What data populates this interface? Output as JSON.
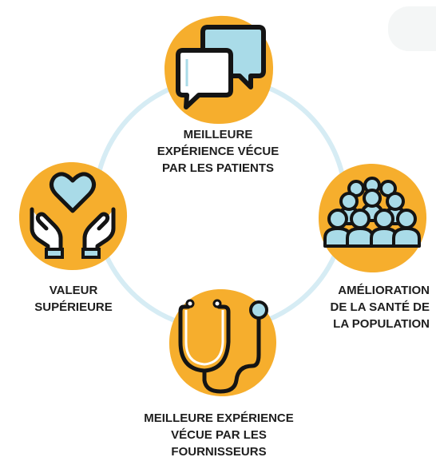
{
  "colors": {
    "blob": "#f6ae2d",
    "ring": "#d6ecf4",
    "icon_fill": "#a9dbe8",
    "outline": "#141414",
    "text": "#1e1e1e"
  },
  "nodes": [
    {
      "id": "patients",
      "icon": "chat-bubbles-icon",
      "label_lines": [
        "MEILLEURE",
        "EXPÉRIENCE VÉCUE",
        "PAR LES PATIENTS"
      ]
    },
    {
      "id": "population",
      "icon": "crowd-icon",
      "label_lines": [
        "AMÉLIORATION",
        "DE LA SANTÉ DE",
        "LA POPULATION"
      ]
    },
    {
      "id": "providers",
      "icon": "stethoscope-icon",
      "label_lines": [
        "MEILLEURE EXPÉRIENCE",
        "VÉCUE PAR LES",
        "FOURNISSEURS"
      ]
    },
    {
      "id": "value",
      "icon": "hands-heart-icon",
      "label_lines": [
        "VALEUR",
        "SUPÉRIEURE"
      ]
    }
  ]
}
